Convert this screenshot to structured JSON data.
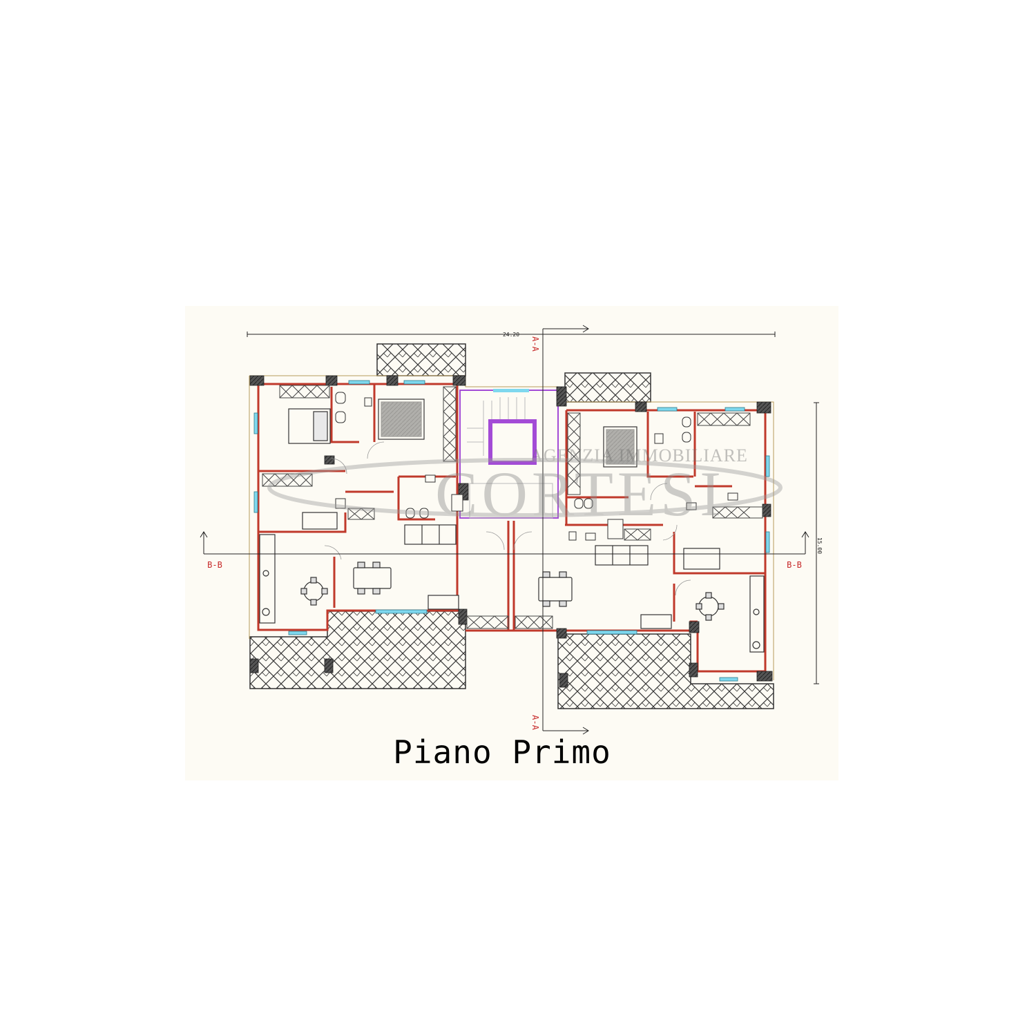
{
  "drawing": {
    "title": "Piano Primo",
    "dimension_width": "24.20",
    "dimension_depth": "15.00",
    "section_a": "A-A",
    "section_b": "B-B"
  },
  "watermark": {
    "line1": "AGENZIA IMMOBILIARE",
    "line2": "CORTESI"
  },
  "colors": {
    "wall": "#c0392b",
    "window": "#7fd8ee",
    "stair": "#a34bd6",
    "ink": "#222222",
    "label_red": "#c62828",
    "paper": "#fdfbf4"
  }
}
